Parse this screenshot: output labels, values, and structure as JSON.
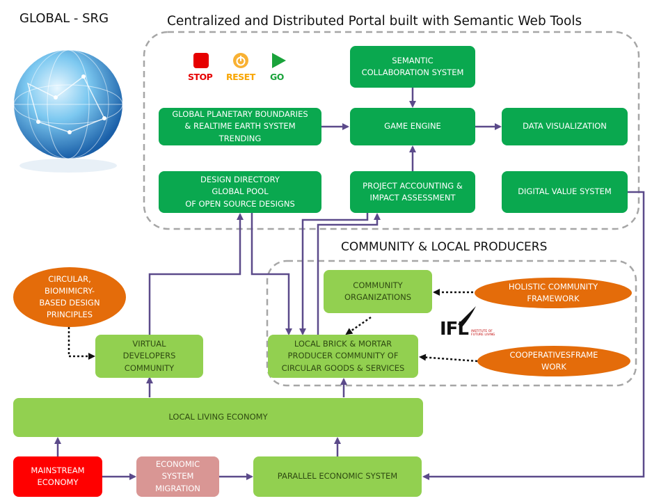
{
  "header": {
    "brand": "GLOBAL - SRG",
    "portal_title": "Centralized and Distributed Portal built with Semantic Web Tools",
    "community_title": "COMMUNITY & LOCAL PRODUCERS"
  },
  "controls": {
    "stop": "STOP",
    "reset": "RESET",
    "go": "GO"
  },
  "portal": {
    "semantic": "SEMANTIC\nCOLLABORATION SYSTEM",
    "planetary": "GLOBAL PLANETARY BOUNDARIES\n& REALTIME EARTH SYSTEM\nTRENDING",
    "game_engine": "GAME ENGINE",
    "data_viz": "DATA VISUALIZATION",
    "design_directory": "DESIGN DIRECTORY\nGLOBAL POOL\nOF OPEN SOURCE DESIGNS",
    "project_accounting": "PROJECT ACCOUNTING &\nIMPACT ASSESSMENT",
    "digital_value": "DIGITAL  VALUE SYSTEM"
  },
  "community": {
    "organizations": "COMMUNITY\nORGANIZATIONS",
    "local_producer": "LOCAL BRICK & MORTAR\nPRODUCER COMMUNITY OF\nCIRCULAR GOODS & SERVICES",
    "holistic": "HOLISTIC COMMUNITY\nFRAMEWORK",
    "cooperatives": "COOPERATIVESFRAME\nWORK",
    "logo_text": "IFL",
    "logo_sub": "INSTITUTE OF\nFUTURE LIVING"
  },
  "left": {
    "circular": "CIRCULAR,\nBIOMIMICRY-\nBASED DESIGN\nPRINCIPLES",
    "virtual": "VIRTUAL\nDEVELOPERS\nCOMMUNITY"
  },
  "economy": {
    "local_living": "LOCAL LIVING ECONOMY",
    "mainstream": "MAINSTREAM\nECONOMY",
    "migration": "ECONOMIC\nSYSTEM\nMIGRATION",
    "parallel": "PARALLEL ECONOMIC SYSTEM"
  },
  "colors": {
    "dark_green": "#0aa84f",
    "light_green": "#92d050",
    "orange": "#e46c0a",
    "red": "#ff0000",
    "pink": "#d99694",
    "arrow": "#5b4a8a"
  }
}
